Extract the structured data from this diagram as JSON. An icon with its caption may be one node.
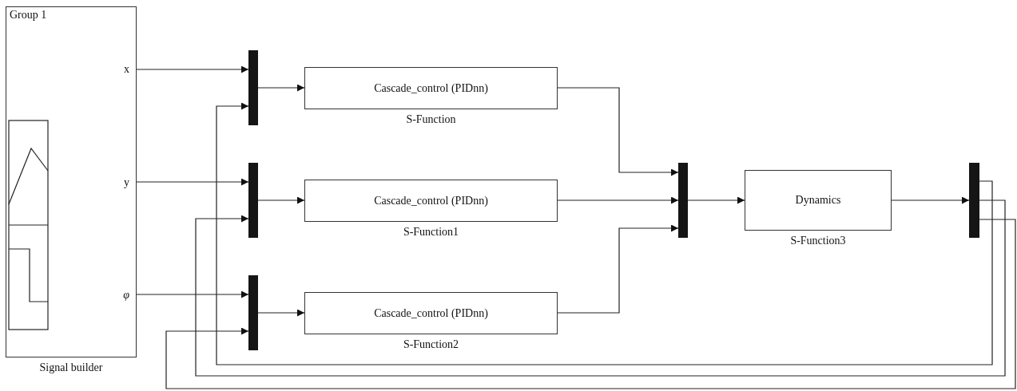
{
  "diagram": {
    "nodes": [
      {
        "text": [
          "Group 1"
        ],
        "beside": [
          "Signal builder"
        ]
      },
      {
        "text": [
          "x"
        ],
        "in": 0
      },
      {
        "text": [
          "y"
        ],
        "in": 0
      },
      {
        "text": [
          "φ"
        ],
        "in": 0
      },
      {
        "text": [],
        "shape": "bar"
      },
      {
        "text": [],
        "shape": "bar"
      },
      {
        "text": [],
        "shape": "bar"
      },
      {
        "text": [
          "Cascade_control (PIDnn)"
        ],
        "beside": [
          "S-Function"
        ]
      },
      {
        "text": [
          "Cascade_control (PIDnn)"
        ],
        "beside": [
          "S-Function1"
        ]
      },
      {
        "text": [
          "Cascade_control (PIDnn)"
        ],
        "beside": [
          "S-Function2"
        ]
      },
      {
        "text": [],
        "shape": "bar"
      },
      {
        "text": [
          "Dynamics"
        ],
        "beside": [
          "S-Function3"
        ]
      },
      {
        "text": [],
        "shape": "bar"
      }
    ],
    "edges": [
      {
        "from": 1,
        "to": 4,
        "arrow": "to"
      },
      {
        "from": 4,
        "to": 7,
        "arrow": "to"
      },
      {
        "from": 2,
        "to": 5,
        "arrow": "to"
      },
      {
        "from": 5,
        "to": 8,
        "arrow": "to"
      },
      {
        "from": 3,
        "to": 6,
        "arrow": "to"
      },
      {
        "from": 6,
        "to": 9,
        "arrow": "to"
      },
      {
        "from": 7,
        "to": 10,
        "arrow": "to"
      },
      {
        "from": 8,
        "to": 10,
        "arrow": "to"
      },
      {
        "from": 9,
        "to": 10,
        "arrow": "to"
      },
      {
        "from": 10,
        "to": 11,
        "arrow": "to"
      },
      {
        "from": 11,
        "to": 12,
        "arrow": "to"
      },
      {
        "from": 12,
        "to": 4,
        "arrow": "to"
      },
      {
        "from": 12,
        "to": 5,
        "arrow": "to"
      },
      {
        "from": 12,
        "to": 6,
        "arrow": "to"
      }
    ]
  }
}
